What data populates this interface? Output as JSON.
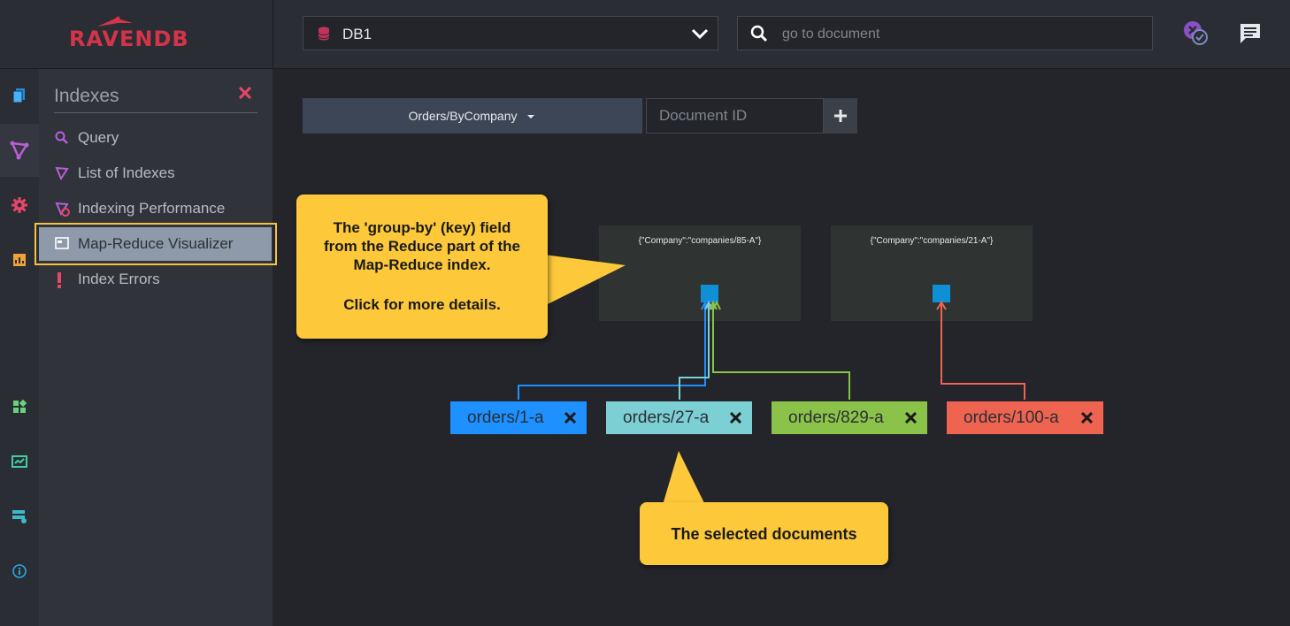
{
  "header": {
    "logo_text": "RAVENDB",
    "database": "DB1",
    "search_placeholder": "go to document"
  },
  "sidebar": {
    "title": "Indexes",
    "items": [
      {
        "label": "Query",
        "icon": "search-icon"
      },
      {
        "label": "List of Indexes",
        "icon": "index-list-icon"
      },
      {
        "label": "Indexing Performance",
        "icon": "performance-icon"
      },
      {
        "label": "Map-Reduce Visualizer",
        "icon": "visualizer-icon",
        "selected": true
      },
      {
        "label": "Index Errors",
        "icon": "error-icon"
      }
    ]
  },
  "rail": {
    "icons": [
      "documents-icon",
      "indexes-icon",
      "settings-icon",
      "stats-icon",
      "dashboard-icon",
      "cluster-icon",
      "server-icon",
      "about-icon"
    ]
  },
  "visualizer": {
    "index_name": "Orders/ByCompany",
    "docid_placeholder": "Document ID",
    "reduce_keys": [
      {
        "key": "{\"Company\":\"companies/85-A\"}"
      },
      {
        "key": "{\"Company\":\"companies/21-A\"}"
      }
    ],
    "documents": [
      {
        "id": "orders/1-a",
        "color": "#1e90ff"
      },
      {
        "id": "orders/27-a",
        "color": "#7ccfd3"
      },
      {
        "id": "orders/829-a",
        "color": "#8bc34a"
      },
      {
        "id": "orders/100-a",
        "color": "#ef6351"
      }
    ]
  },
  "callouts": {
    "key_field": {
      "line1": "The 'group-by' (key) field",
      "line2": "from the Reduce part of the",
      "line3": "Map-Reduce index.",
      "line4": "Click for more details."
    },
    "selected_docs": "The selected documents"
  },
  "colors": {
    "accent": "#d4344a",
    "highlight": "#f5c242",
    "callout": "#fdc93a",
    "node": "#0f8fd6"
  }
}
